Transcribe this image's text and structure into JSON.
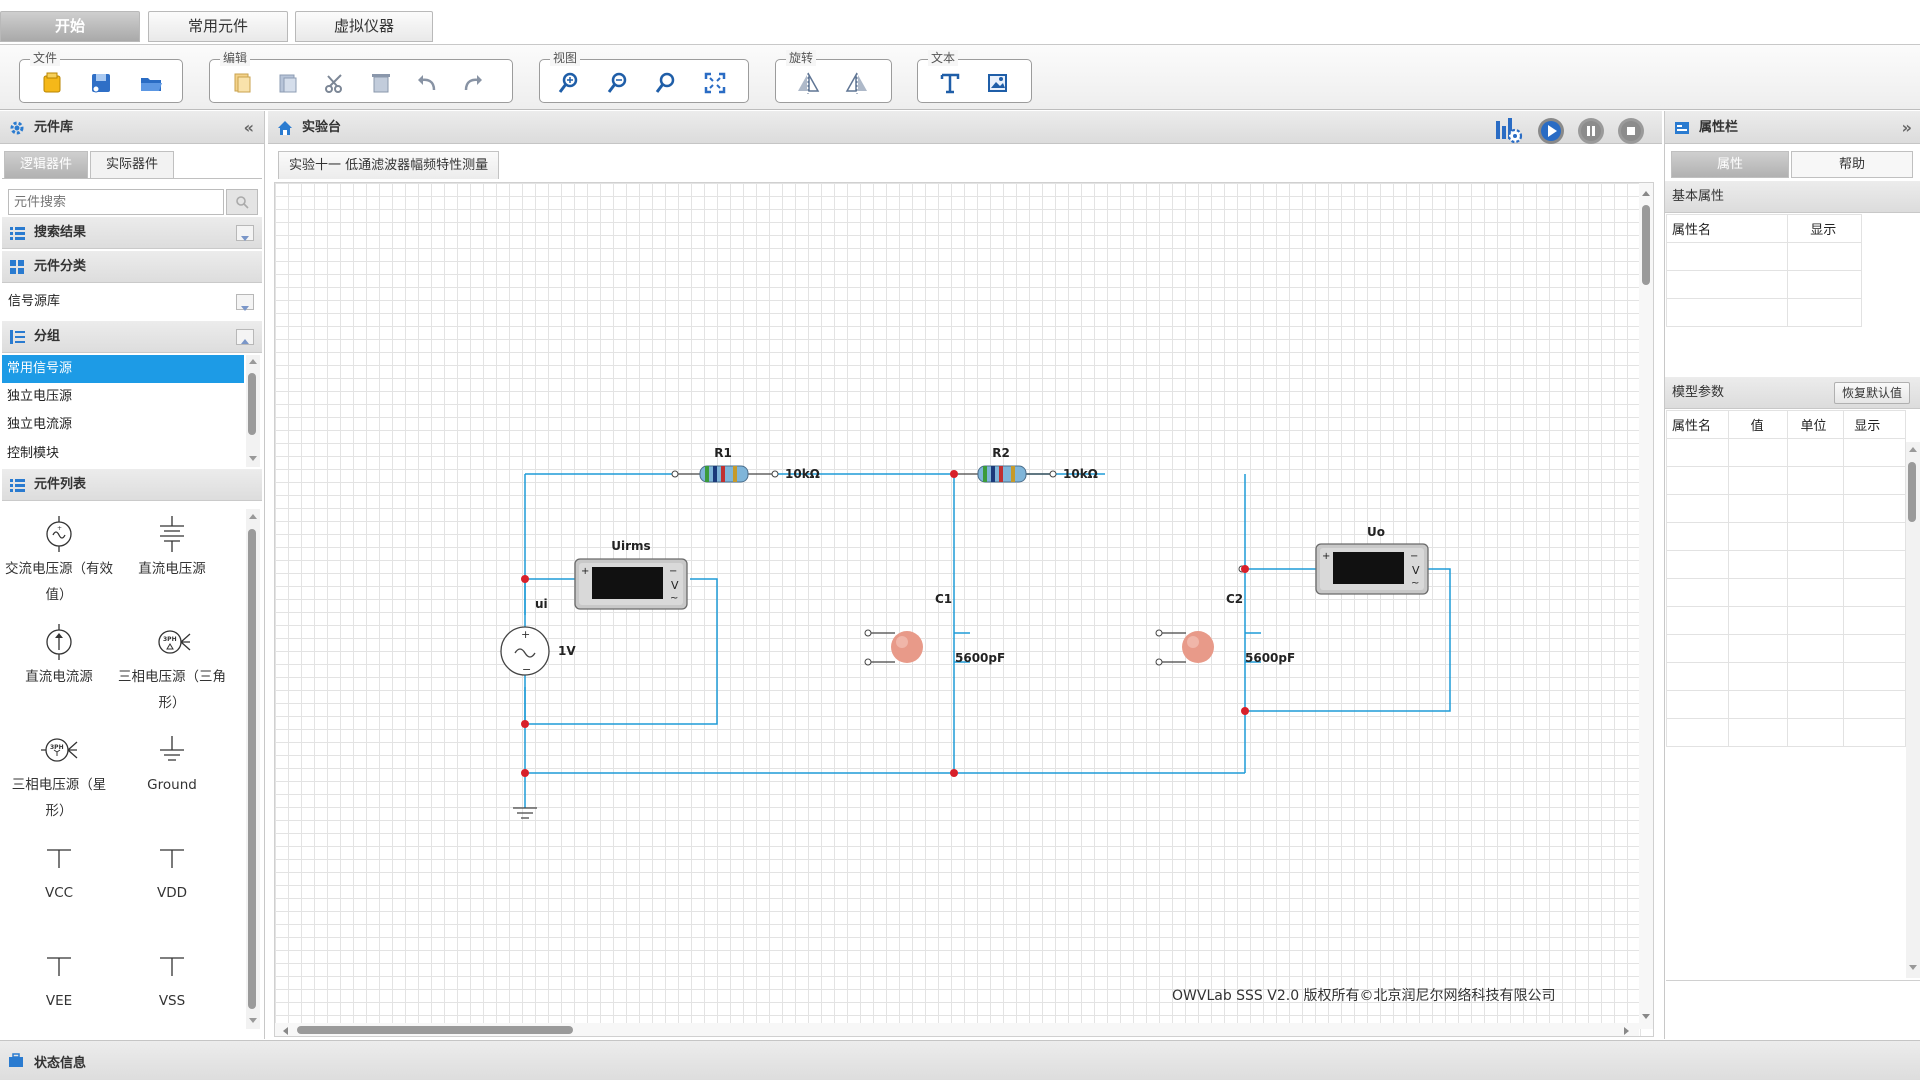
{
  "top_tabs": [
    "开始",
    "常用元件",
    "虚拟仪器"
  ],
  "ribbon": {
    "groups": [
      {
        "label": "文件",
        "icons": [
          "new-file-icon",
          "save-icon",
          "open-folder-icon"
        ]
      },
      {
        "label": "编辑",
        "icons": [
          "copy-icon",
          "paste-icon",
          "cut-icon",
          "delete-icon",
          "undo-icon",
          "redo-icon"
        ]
      },
      {
        "label": "视图",
        "icons": [
          "zoom-in-icon",
          "zoom-out-icon",
          "zoom-reset-icon",
          "fit-screen-icon"
        ]
      },
      {
        "label": "旋转",
        "icons": [
          "flip-horizontal-icon",
          "flip-vertical-icon"
        ]
      },
      {
        "label": "文本",
        "icons": [
          "text-icon",
          "image-icon"
        ]
      }
    ]
  },
  "left_panel": {
    "title": "元件库",
    "tabs": [
      "逻辑器件",
      "实际器件"
    ],
    "search_placeholder": "元件搜索",
    "sections": {
      "search_results": "搜索结果",
      "category": "元件分类",
      "category_value": "信号源库",
      "group": "分组",
      "component_list": "元件列表"
    },
    "group_items": [
      "常用信号源",
      "独立电压源",
      "独立电流源",
      "控制模块"
    ],
    "components": [
      {
        "label": "交流电压源（有效值）",
        "icon": "ac-voltage-source-icon"
      },
      {
        "label": "直流电压源",
        "icon": "dc-voltage-source-icon"
      },
      {
        "label": "直流电流源",
        "icon": "dc-current-source-icon"
      },
      {
        "label": "三相电压源（三角形）",
        "icon": "three-phase-delta-icon"
      },
      {
        "label": "三相电压源（星形）",
        "icon": "three-phase-star-icon"
      },
      {
        "label": "Ground",
        "icon": "ground-icon"
      },
      {
        "label": "VCC",
        "icon": "vcc-icon"
      },
      {
        "label": "VDD",
        "icon": "vdd-icon"
      },
      {
        "label": "VEE",
        "icon": "vee-icon"
      },
      {
        "label": "VSS",
        "icon": "vss-icon"
      }
    ]
  },
  "center_panel": {
    "title": "实验台",
    "canvas_tab": "实验十一 低通滤波器幅频特性测量",
    "copyright": "OWVLab SSS V2.0 版权所有©北京润尼尔网络科技有限公司",
    "circuit": {
      "source": {
        "name": "ui",
        "value": "1V"
      },
      "r1": {
        "name": "R1",
        "value": "10kΩ"
      },
      "r2": {
        "name": "R2",
        "value": "10kΩ"
      },
      "c1": {
        "name": "C1",
        "value": "5600pF"
      },
      "c2": {
        "name": "C2",
        "value": "5600pF"
      },
      "meter1": {
        "name": "Uirms"
      },
      "meter2": {
        "name": "Uo"
      }
    },
    "colors": {
      "wire": "#1e9bd7",
      "node": "#d8202a"
    }
  },
  "right_panel": {
    "title": "属性栏",
    "tabs": [
      "属性",
      "帮助"
    ],
    "basic_props": {
      "title": "基本属性",
      "columns": [
        "属性名",
        "显示"
      ]
    },
    "model_params": {
      "title": "模型参数",
      "restore_button": "恢复默认值",
      "columns": [
        "属性名",
        "值",
        "单位",
        "显示"
      ]
    }
  },
  "status_bar": {
    "title": "状态信息"
  }
}
